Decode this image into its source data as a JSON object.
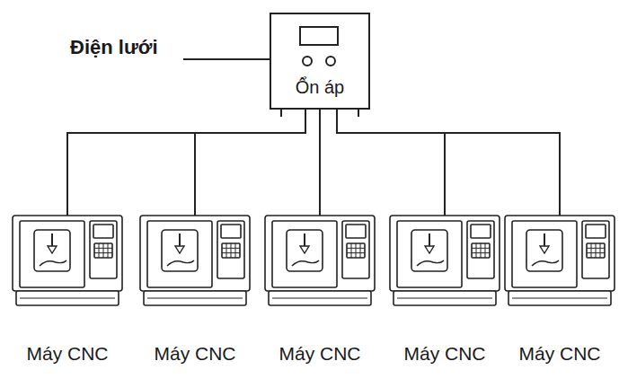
{
  "diagram": {
    "nodes": [
      {
        "text": [
          "Ổn áp"
        ]
      },
      {
        "text": [
          "Máy CNC"
        ]
      },
      {
        "text": [
          "Máy CNC"
        ]
      },
      {
        "text": [
          "Máy CNC"
        ]
      },
      {
        "text": [
          "Máy CNC"
        ]
      },
      {
        "text": [
          "Máy CNC"
        ]
      }
    ],
    "edges": [
      {
        "from": 0,
        "to": 1,
        "arrow": "none"
      },
      {
        "from": 0,
        "to": 2,
        "arrow": "none"
      },
      {
        "from": 0,
        "to": 3,
        "arrow": "none"
      },
      {
        "from": 0,
        "to": 4,
        "arrow": "none"
      },
      {
        "from": 0,
        "to": 5,
        "arrow": "none"
      }
    ],
    "labels": [
      "Điện lưới"
    ]
  }
}
